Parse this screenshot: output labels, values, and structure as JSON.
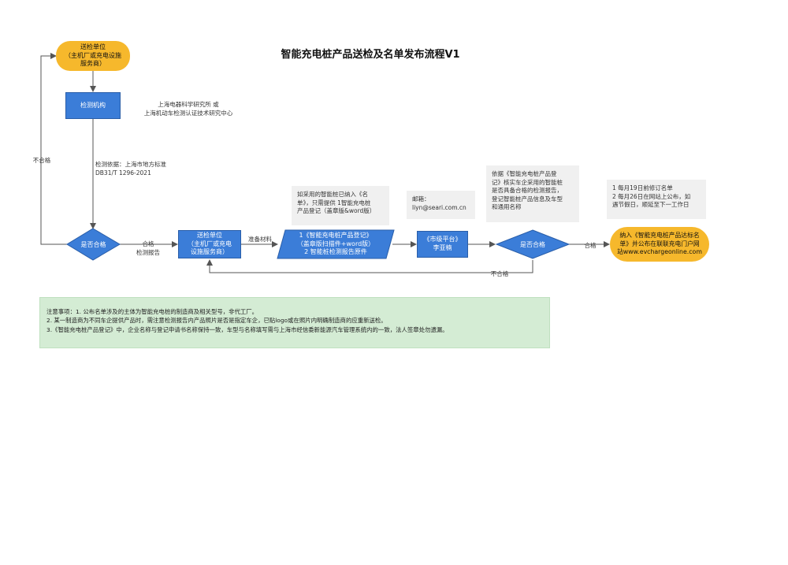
{
  "title": "智能充电桩产品送检及名单发布流程V1",
  "nodes": {
    "start": "送检单位\n（主机厂或充电设施\n服务商）",
    "lab": "检测机构",
    "lab_note": "上海电器科学研究所      或\n上海机动车检测认证技术研究中心",
    "basis_note": "检测依据：上海市地方标准\nDB31/T  1296-2021",
    "decision1": "是否合格",
    "submitter2": "送检单位\n（主机厂或充电\n设施服务商）",
    "materials": "1《智能充电桩产品登记》\n（盖章版扫描件+word版）\n2 智能桩检测报告原件",
    "platform": "《市级平台》\n李亚楠",
    "decision2": "是否合格",
    "end": "纳入《智能充电桩产品达标名\n单》并公布在联联充电门户网\n站www.evchargeonline.com"
  },
  "edges": {
    "fail_left": "不合格",
    "pass_report": "合格\n检测报告",
    "prep": "准备材料",
    "pass2": "合格",
    "fail_bottom": "不合格"
  },
  "callouts": {
    "c1": "如采用的智能桩已纳入《名\n单》，只需提供 1智能充电桩\n产品登记（盖章版&word版）",
    "c2": "邮箱：\nliyn@seari.com.cn",
    "c3": "依据《智能充电桩产品登\n记》核实车企采用的智能桩\n是否具备合格的检测报告，\n登记智能桩产品信息及车型\n和通用名称",
    "c4": "1 每月19日前修订名单\n2 每月26日在网站上公布，如\n遇节假日，顺延至下一工作日"
  },
  "notes": [
    "注意事项：1. 公布名单涉及的主体为智能充电桩的制造商及相关型号，非代工厂。",
    "2. 某一制造商为不同车企提供产品时，需注意检测报告内产品照片是否是指定车企，已贴logo或在照片内明确制造商的应重新送检。",
    "3.《智能充电桩产品登记》中，企业名称与登记申请书名称保持一致，车型与名称填写需与上海市经信委新能源汽车管理系统内的一致，法人签章处勿遗漏。"
  ],
  "colors": {
    "terminal": "#f6b82c",
    "process": "#3b7dd8",
    "callout": "#f0f0f0",
    "notes_bg": "#d4ecd4",
    "line": "#555555"
  }
}
